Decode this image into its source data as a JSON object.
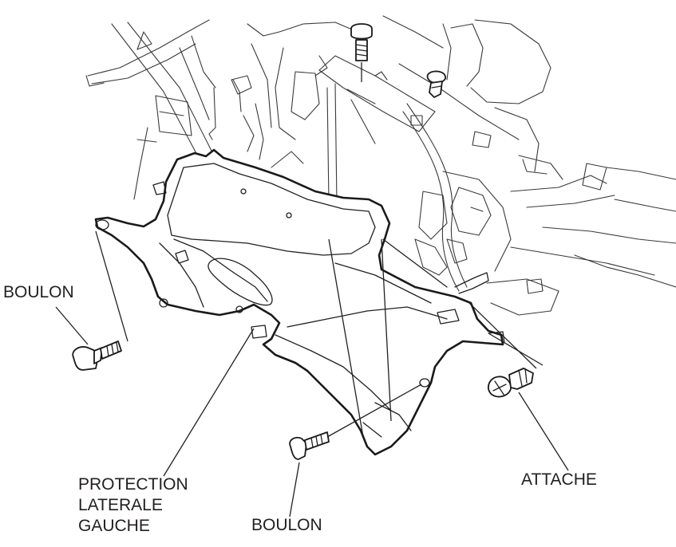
{
  "labels": {
    "bolt_left": "BOULON",
    "panel_line1": "PROTECTION",
    "panel_line2": "LATERALE",
    "panel_line3": "GAUCHE",
    "bolt_bottom": "BOULON",
    "clip": "ATTACHE"
  },
  "icons": [
    "bolt-icon",
    "clip-icon",
    "side-cover-panel"
  ]
}
